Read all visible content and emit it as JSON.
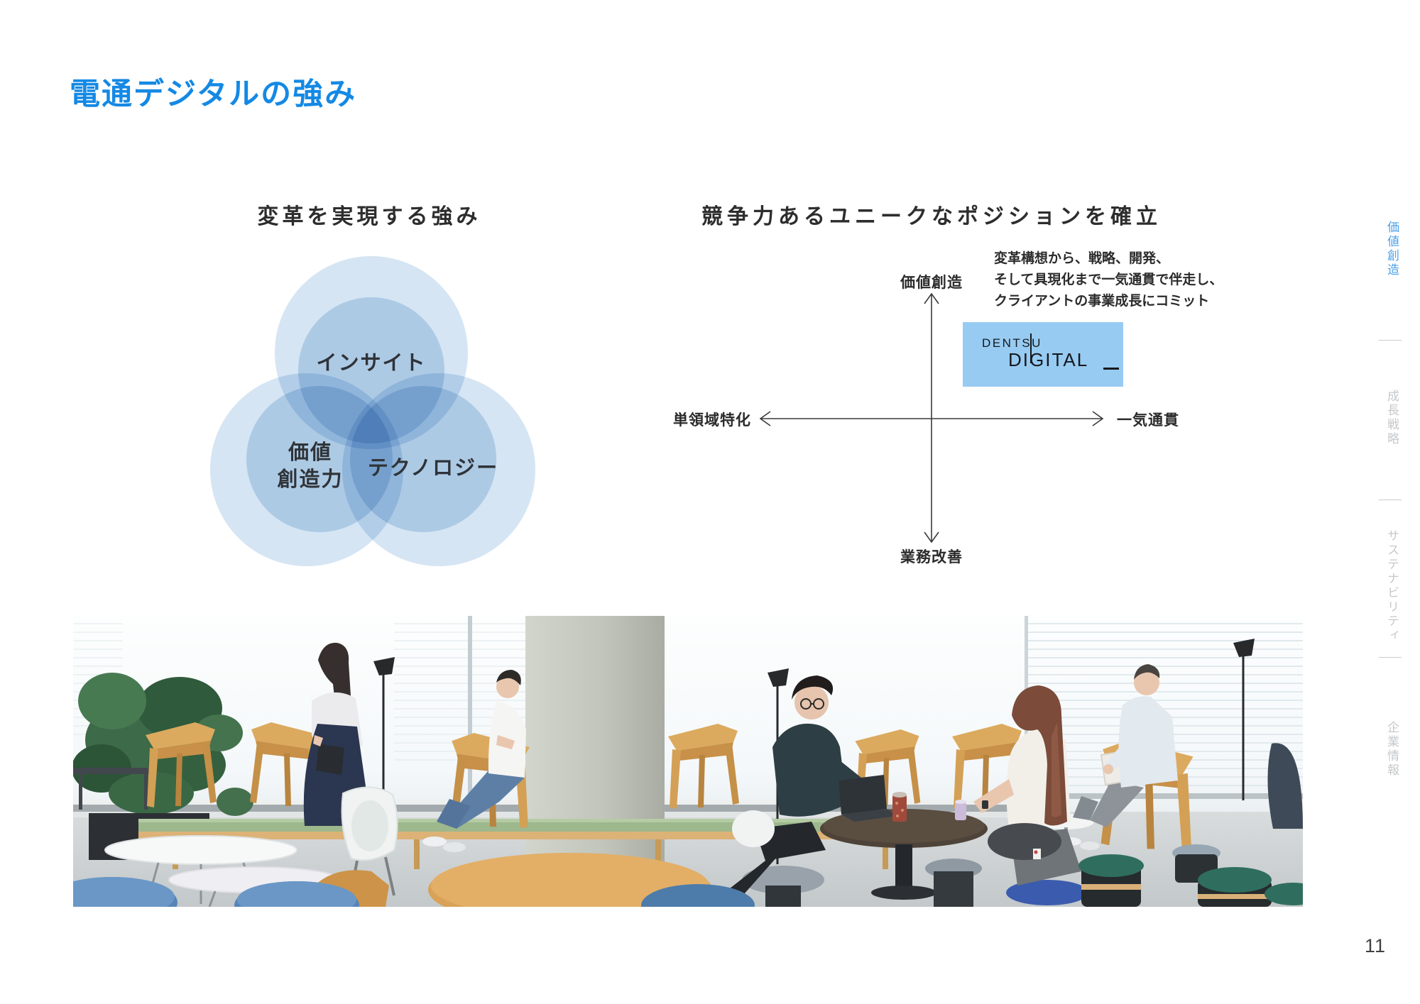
{
  "page": {
    "title": "電通デジタルの強み",
    "page_number": "11"
  },
  "colors": {
    "title_blue": "#1489E4",
    "logo_box_blue": "#97CBF2",
    "sidebar_active_blue": "#4AA0E8",
    "sidebar_inactive_gray": "#C5C8CB",
    "venn_circle_blue": "#7FAFDB"
  },
  "venn_section": {
    "heading": "変革を実現する強み",
    "circles": [
      {
        "label": "インサイト"
      },
      {
        "label": "価値創造力",
        "lines": [
          "価値",
          "創造力"
        ]
      },
      {
        "label": "テクノロジー"
      }
    ]
  },
  "matrix_section": {
    "heading": "競争力あるユニークなポジションを確立",
    "axis": {
      "top": "価値創造",
      "bottom": "業務改善",
      "left": "単領域特化",
      "right": "一気通貫"
    },
    "annotation_lines": [
      "変革構想から、戦略、開発、",
      "そして具現化まで一気通貫で伴走し、",
      "クライアントの事業成長にコミット"
    ],
    "logo": {
      "line1": "DENTSU",
      "line2": "DIGITAL"
    }
  },
  "sidebar": {
    "items": [
      {
        "label": "価値創造",
        "active": true
      },
      {
        "label": "成長戦略",
        "active": false
      },
      {
        "label": "サステナビリティ",
        "active": false
      },
      {
        "label": "企業情報",
        "active": false
      }
    ]
  },
  "photo": {
    "name": "office-lounge-photo"
  }
}
